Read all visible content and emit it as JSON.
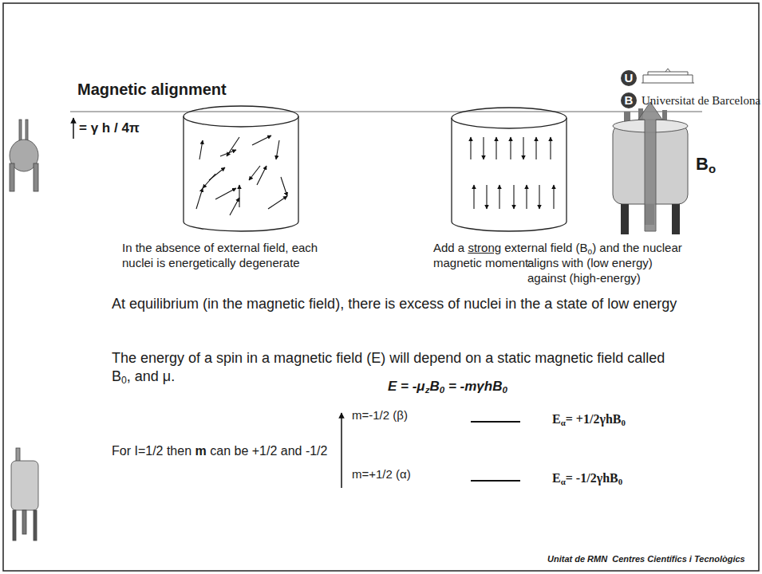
{
  "diagram": {
    "title": "Magnetic alignment",
    "labels": [
      "U",
      "B",
      "Universitat de Barcelona",
      "= γ h / 4π",
      "B",
      "o",
      "In the absence of external field, each nuclei is energetically degenerate",
      "Add a",
      "strong",
      "external field (B",
      "o",
      ") and the nuclear",
      "magnetic moment:",
      "aligns with (low energy)",
      "against (high-energy)",
      "At equilibrium (in the magnetic field), there is excess of nuclei in the a state of low energy",
      "The energy of a spin in a magnetic field (E) will depend on a static magnetic field called B",
      "0",
      ", and μ.",
      "E = -μ",
      "z",
      "B",
      "0",
      "= -mγhB",
      "0",
      "For I=1/2 then",
      "m",
      "can be +1/2 and -1/2",
      "m=-1/2 (β)",
      "E",
      "α",
      "= +1/2γhB",
      "0",
      "m=+1/2 (α)",
      "E",
      "α",
      "= -1/2γhB",
      "0",
      "Unitat de RMN  Centres Científics i Tecnològics"
    ]
  }
}
